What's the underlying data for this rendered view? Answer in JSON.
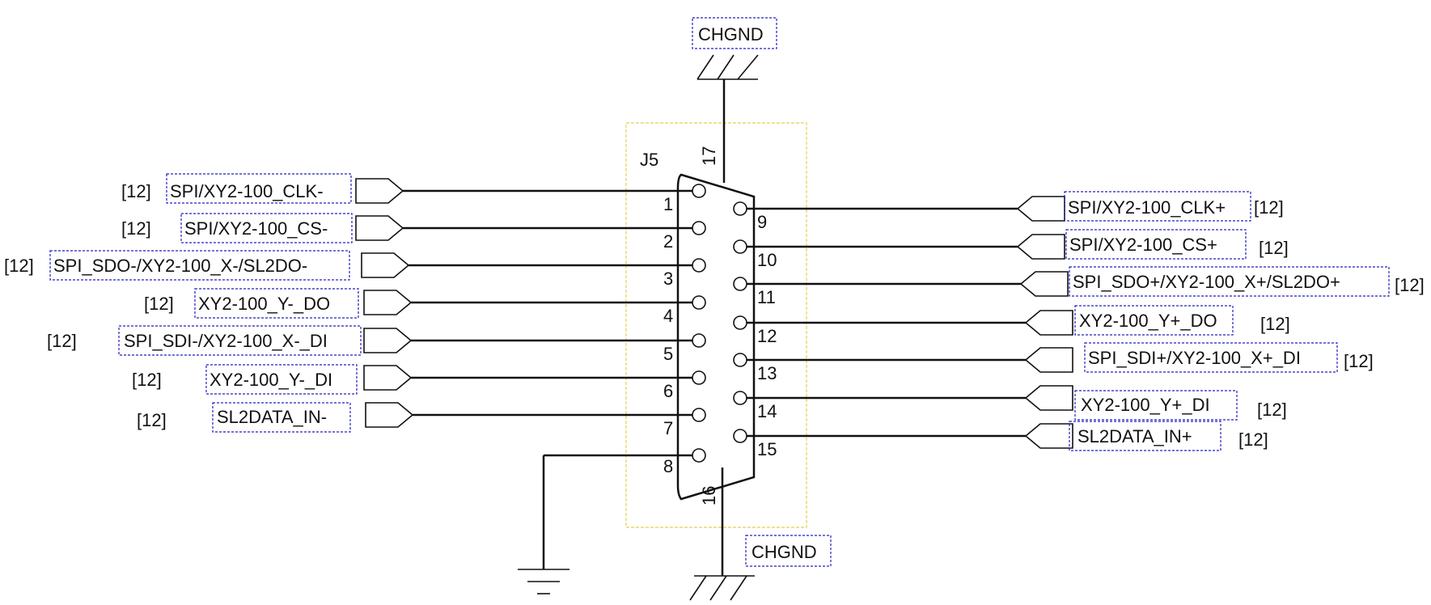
{
  "designator": "J5",
  "ground_labels": {
    "top": "CHGND",
    "bottom": "CHGND"
  },
  "shield_pins": {
    "top": "17",
    "bottom": "16"
  },
  "left_nets": [
    {
      "pin": "1",
      "net": "SPI/XY2-100_CLK-",
      "ref": "[12]"
    },
    {
      "pin": "2",
      "net": "SPI/XY2-100_CS-",
      "ref": "[12]"
    },
    {
      "pin": "3",
      "net": "SPI_SDO-/XY2-100_X-/SL2DO-",
      "ref": "[12]"
    },
    {
      "pin": "4",
      "net": "XY2-100_Y-_DO",
      "ref": "[12]"
    },
    {
      "pin": "5",
      "net": "SPI_SDI-/XY2-100_X-_DI",
      "ref": "[12]"
    },
    {
      "pin": "6",
      "net": "XY2-100_Y-_DI",
      "ref": "[12]"
    },
    {
      "pin": "7",
      "net": "SL2DATA_IN-",
      "ref": "[12]"
    }
  ],
  "ground_pin": "8",
  "right_nets": [
    {
      "pin": "9",
      "net": "SPI/XY2-100_CLK+",
      "ref": "[12]"
    },
    {
      "pin": "10",
      "net": "SPI/XY2-100_CS+",
      "ref": "[12]"
    },
    {
      "pin": "11",
      "net": "SPI_SDO+/XY2-100_X+/SL2DO+",
      "ref": "[12]"
    },
    {
      "pin": "12",
      "net": "XY2-100_Y+_DO",
      "ref": "[12]"
    },
    {
      "pin": "13",
      "net": "SPI_SDI+/XY2-100_X+_DI",
      "ref": "[12]"
    },
    {
      "pin": "14",
      "net": "XY2-100_Y+_DI",
      "ref": "[12]"
    },
    {
      "pin": "15",
      "net": "SL2DATA_IN+",
      "ref": "[12]"
    }
  ]
}
